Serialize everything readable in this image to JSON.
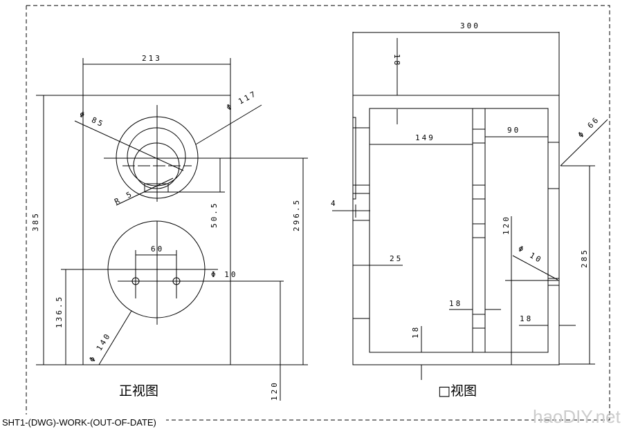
{
  "front_view": {
    "title": "正视图",
    "dims": {
      "width": "213",
      "height": "385",
      "tweeter_dia": "Φ 85",
      "tweeter_outer": "Φ 117",
      "tweeter_radius": "R 5",
      "tweeter_offset": "50.5",
      "tweeter_height": "296.5",
      "hole_spacing": "60",
      "hole_dia": "Φ 10",
      "woofer_dia": "Φ 140",
      "woofer_height": "136.5",
      "bottom": "120"
    }
  },
  "side_view": {
    "title": "□视图",
    "dims": {
      "depth": "300",
      "top_thick": "18",
      "front_depth": "149",
      "rear_depth": "90",
      "port_dia": "Φ 66",
      "baffle": "4",
      "front_thick": "25",
      "height_120": "120",
      "terminal_dia": "Φ 10",
      "brace": "18",
      "rear_thick": "18",
      "bottom_thick": "18",
      "port_height": "285"
    }
  },
  "status": "SHT1-(DWG)-WORK-(OUT-OF-DATE)",
  "watermark": "haoDIY.net"
}
